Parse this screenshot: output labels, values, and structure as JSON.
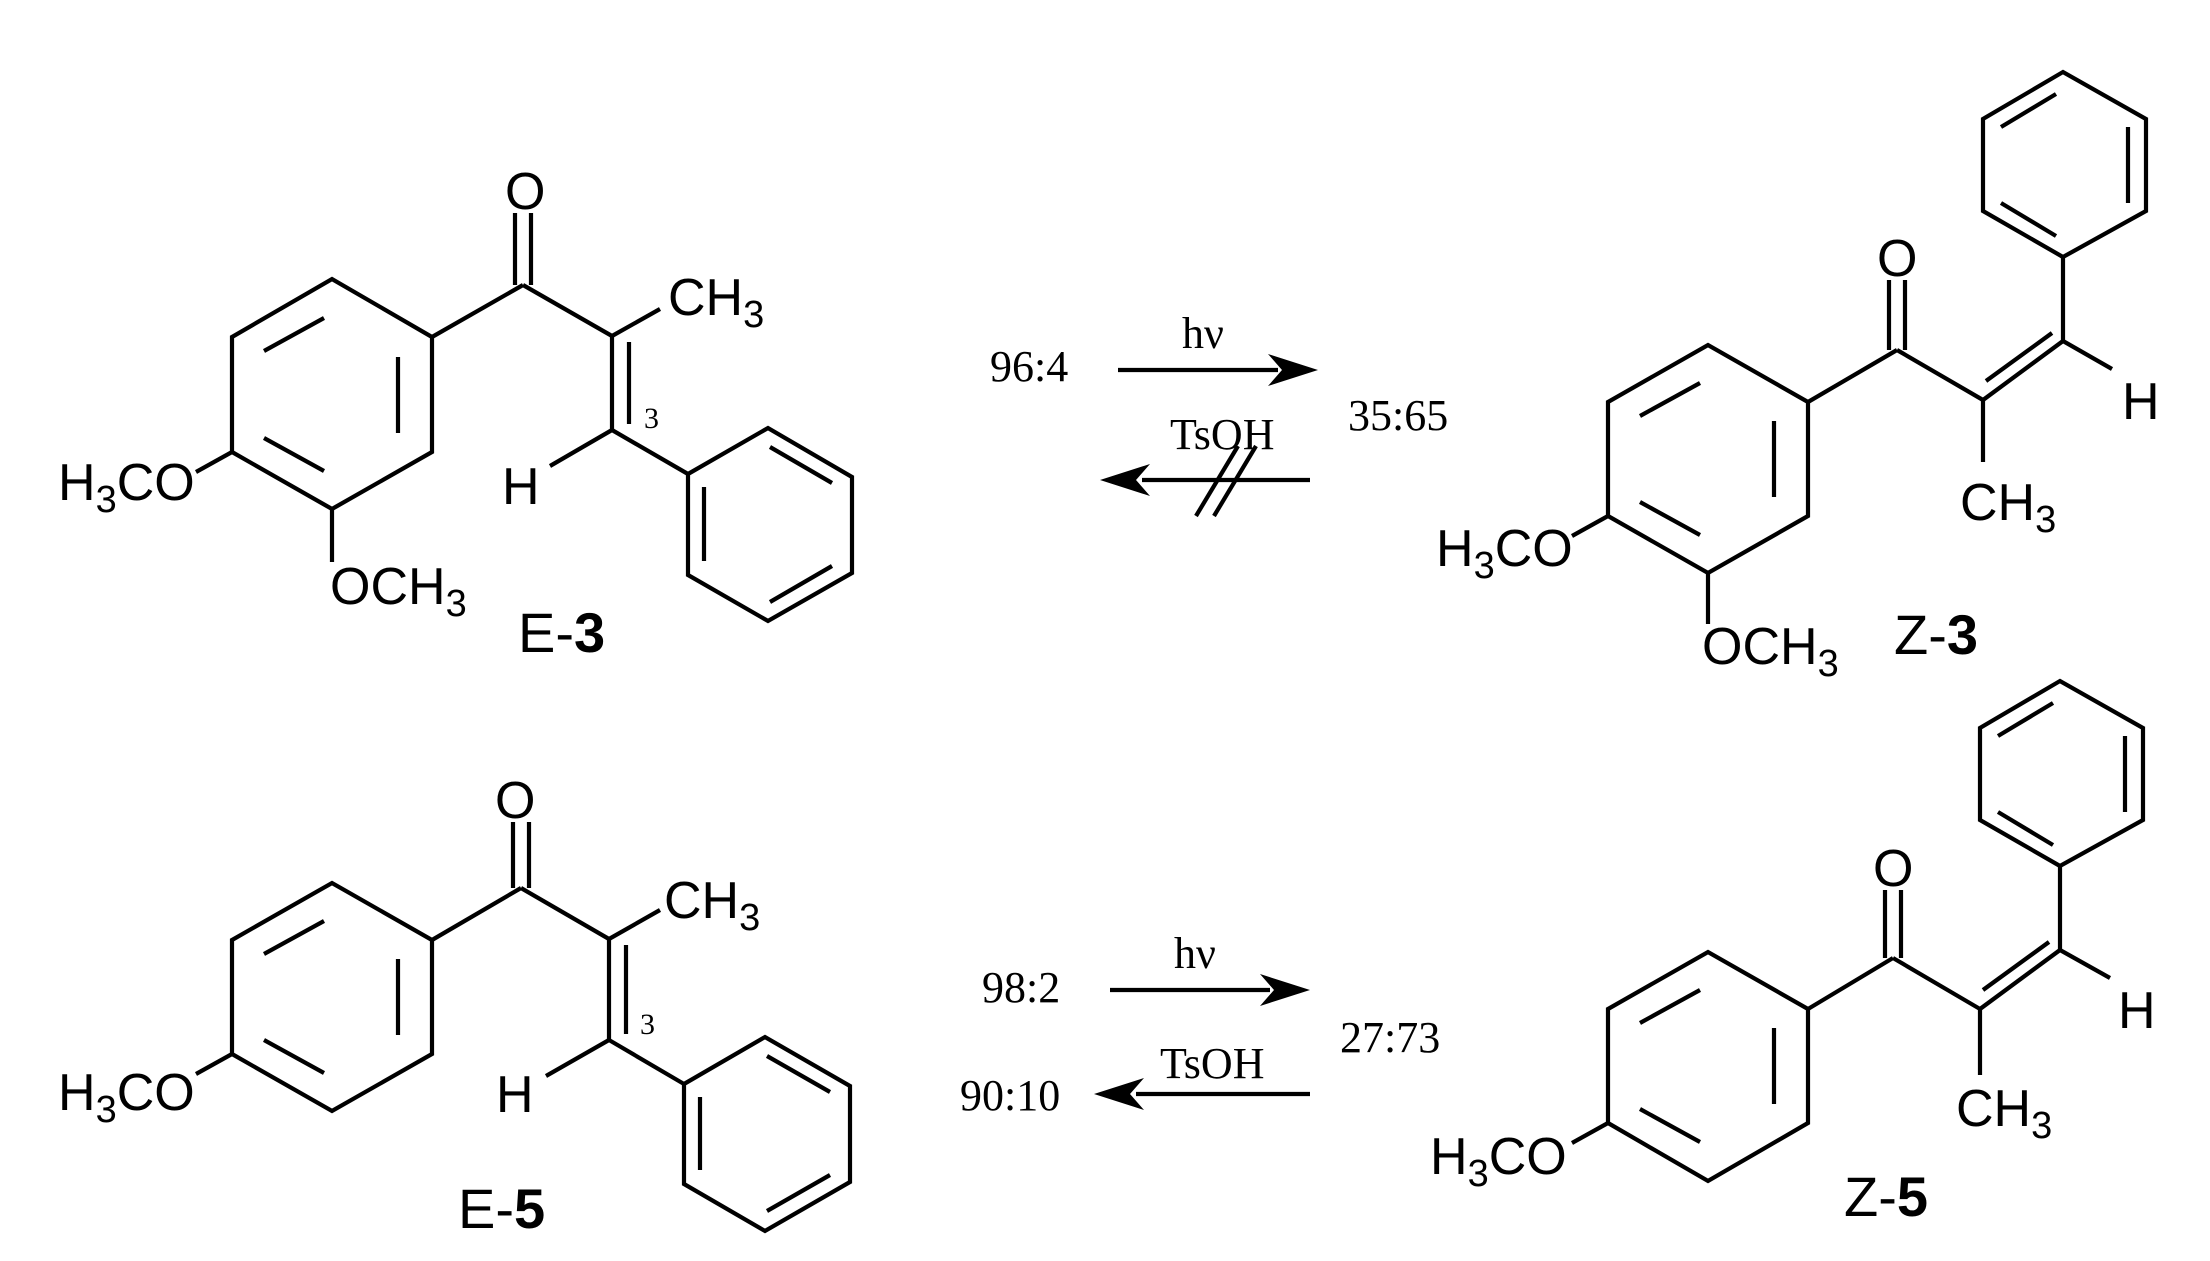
{
  "compounds": {
    "e3": {
      "label_prefix": "E-",
      "label_number": "3",
      "position_label": "3"
    },
    "z3": {
      "label_prefix": "Z-",
      "label_number": "3"
    },
    "e5": {
      "label_prefix": "E-",
      "label_number": "5",
      "position_label": "3"
    },
    "z5": {
      "label_prefix": "Z-",
      "label_number": "5"
    }
  },
  "atoms": {
    "oxygen": "O",
    "hydrogen": "H",
    "methyl_c": "CH",
    "methyl_sub": "3",
    "methoxy_left_h": "H",
    "methoxy_left_sub": "3",
    "methoxy_left_tail": "CO",
    "methoxy_right_o": "OCH",
    "methoxy_right_sub": "3"
  },
  "reactions": {
    "top": {
      "forward_condition": "hν",
      "reverse_condition": "TsOH",
      "start_ratio": "96:4",
      "photostationary_ratio": "35:65",
      "reverse_blocked": true
    },
    "bottom": {
      "forward_condition": "hν",
      "reverse_condition": "TsOH",
      "start_ratio": "98:2",
      "photostationary_ratio": "27:73",
      "reverse_ratio": "90:10",
      "reverse_blocked": false
    }
  }
}
